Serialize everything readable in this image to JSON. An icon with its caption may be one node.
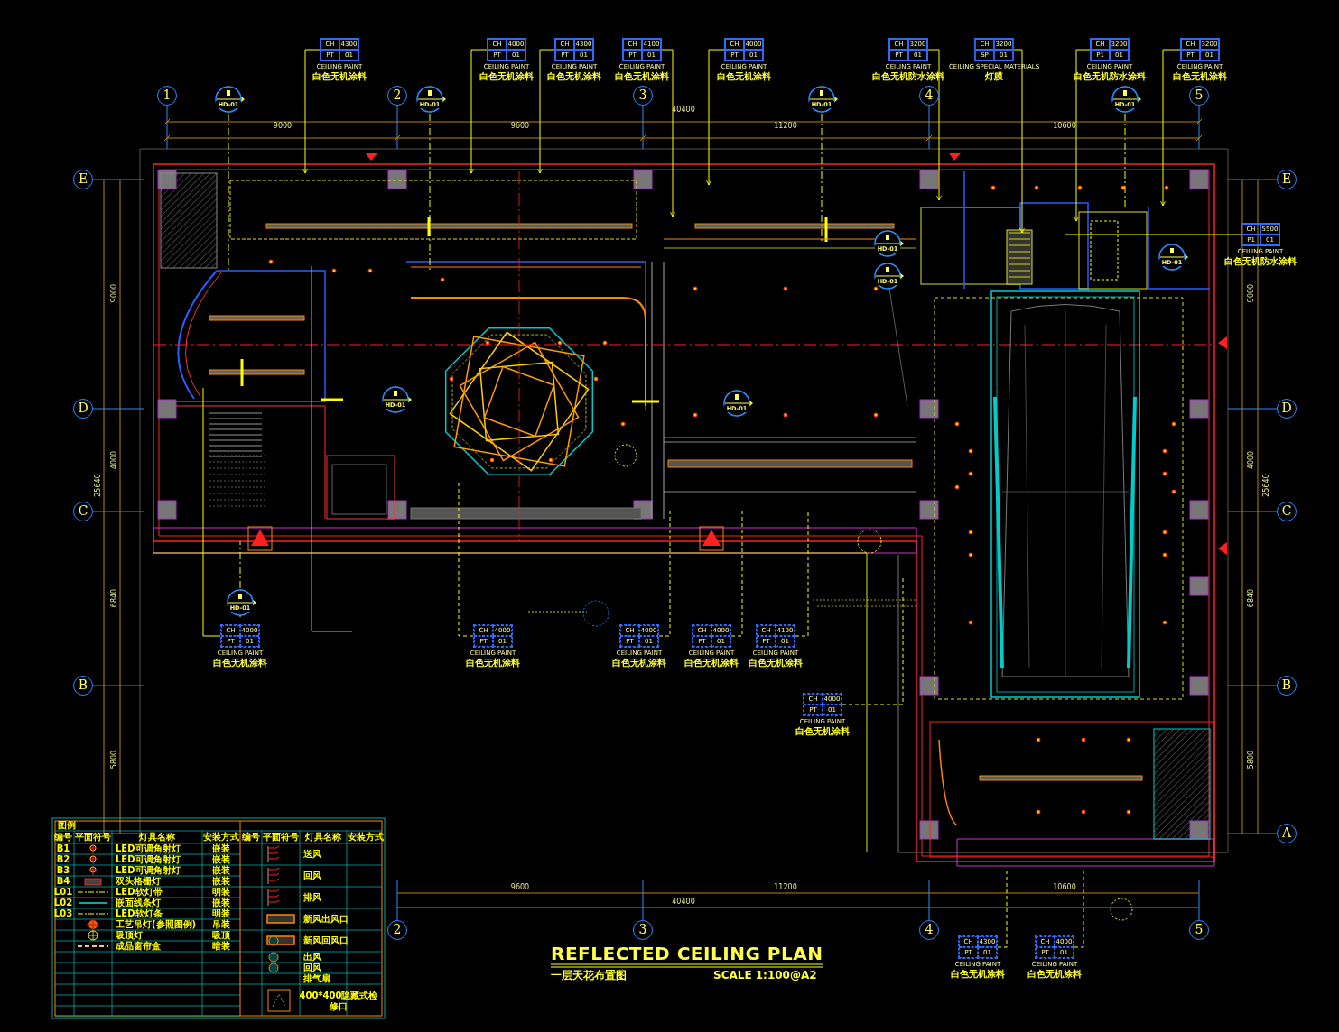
{
  "diagram": {
    "title": "REFLECTED CEILING PLAN",
    "nodes": [
      {
        "text": [
          "CH",
          "4300",
          "PT",
          "01",
          "CEILING PAINT",
          "白色无机涂料"
        ]
      },
      {
        "text": [
          "CH",
          "4000",
          "PT",
          "01",
          "CEILING PAINT",
          "白色无机涂料"
        ]
      },
      {
        "text": [
          "CH",
          "4300",
          "PT",
          "01",
          "CEILING PAINT",
          "白色无机涂料"
        ]
      },
      {
        "text": [
          "CH",
          "4100",
          "PT",
          "01",
          "CEILING PAINT",
          "白色无机涂料"
        ]
      },
      {
        "text": [
          "CH",
          "4000",
          "PT",
          "01",
          "CEILING PAINT",
          "白色无机涂料"
        ]
      },
      {
        "text": [
          "CH",
          "3200",
          "PT",
          "01",
          "CEILING PAINT",
          "白色无机防水涂料"
        ]
      },
      {
        "text": [
          "CH",
          "3200",
          "SP",
          "01",
          "CEILING SPECIAL MATERIALS",
          "灯膜"
        ]
      },
      {
        "text": [
          "CH",
          "3200",
          "P1",
          "01",
          "CEILING PAINT",
          "白色无机防水涂料"
        ]
      },
      {
        "text": [
          "CH",
          "3200",
          "PT",
          "01",
          "CEILING PAINT",
          "白色无机涂料"
        ]
      },
      {
        "text": [
          "CH",
          "5500",
          "P1",
          "01",
          "CEILING PAINT",
          "白色无机防水涂料"
        ]
      },
      {
        "text": [
          "CH",
          "4000",
          "PT",
          "01",
          "CEILING PAINT",
          "白色无机涂料"
        ]
      },
      {
        "text": [
          "CH",
          "4000",
          "PT",
          "01",
          "CEILING PAINT",
          "白色无机涂料"
        ]
      },
      {
        "text": [
          "CH",
          "4000",
          "PT",
          "01",
          "CEILING PAINT",
          "白色无机涂料"
        ]
      },
      {
        "text": [
          "CH",
          "4000",
          "PT",
          "01",
          "CEILING PAINT",
          "白色无机涂料"
        ]
      },
      {
        "text": [
          "CH",
          "4100",
          "PT",
          "01",
          "CEILING PAINT",
          "白色无机涂料"
        ]
      },
      {
        "text": [
          "CH",
          "4000",
          "PT",
          "01",
          "CEILING PAINT",
          "白色无机涂料"
        ]
      },
      {
        "text": [
          "CH",
          "4300",
          "PT",
          "01",
          "CEILING PAINT",
          "白色无机涂料"
        ]
      },
      {
        "text": [
          "CH",
          "4000",
          "PT",
          "01",
          "CEILING PAINT",
          "白色无机涂料"
        ]
      },
      {
        "text": [
          "1"
        ]
      },
      {
        "text": [
          "2"
        ]
      },
      {
        "text": [
          "3"
        ]
      },
      {
        "text": [
          "4"
        ]
      },
      {
        "text": [
          "5"
        ]
      },
      {
        "text": [
          "2"
        ]
      },
      {
        "text": [
          "3"
        ]
      },
      {
        "text": [
          "4"
        ]
      },
      {
        "text": [
          "5"
        ]
      },
      {
        "text": [
          "E"
        ]
      },
      {
        "text": [
          "D"
        ]
      },
      {
        "text": [
          "C"
        ]
      },
      {
        "text": [
          "B"
        ]
      },
      {
        "text": [
          "E"
        ]
      },
      {
        "text": [
          "D"
        ]
      },
      {
        "text": [
          "C"
        ]
      },
      {
        "text": [
          "B"
        ]
      },
      {
        "text": [
          "A"
        ]
      },
      {
        "text": [
          "HD-01"
        ]
      },
      {
        "text": [
          "HD-01"
        ]
      },
      {
        "text": [
          "HD-01"
        ]
      },
      {
        "text": [
          "HD-01"
        ]
      },
      {
        "text": [
          "HD-01"
        ]
      },
      {
        "text": [
          "HD-01"
        ]
      },
      {
        "text": [
          "HD-01"
        ]
      },
      {
        "text": [
          "HD-01"
        ]
      },
      {
        "text": [
          "HD-01"
        ]
      },
      {
        "text": [
          "HD-01"
        ]
      }
    ],
    "edges": [
      {
        "from": 0,
        "to": null,
        "arrow": "to"
      },
      {
        "from": 1,
        "to": null,
        "arrow": "to"
      },
      {
        "from": 2,
        "to": null,
        "arrow": "to"
      },
      {
        "from": 3,
        "to": null,
        "arrow": "to"
      },
      {
        "from": 4,
        "to": null,
        "arrow": "to"
      },
      {
        "from": 5,
        "to": null,
        "arrow": "to"
      },
      {
        "from": 6,
        "to": null,
        "arrow": "to"
      },
      {
        "from": 7,
        "to": null,
        "arrow": "to"
      },
      {
        "from": 8,
        "to": null,
        "arrow": "to"
      },
      {
        "from": 9,
        "to": null,
        "arrow": "none"
      },
      {
        "from": 10,
        "to": null,
        "arrow": "none"
      },
      {
        "from": 11,
        "to": null,
        "arrow": "none",
        "style": "dashed"
      },
      {
        "from": 12,
        "to": null,
        "arrow": "none",
        "style": "dashed"
      },
      {
        "from": 13,
        "to": null,
        "arrow": "none",
        "style": "dashed"
      },
      {
        "from": 14,
        "to": null,
        "arrow": "none",
        "style": "dashed"
      },
      {
        "from": 15,
        "to": null,
        "arrow": "none",
        "style": "dashed"
      },
      {
        "from": 16,
        "to": null,
        "arrow": "none",
        "style": "dashed"
      },
      {
        "from": 17,
        "to": null,
        "arrow": "none",
        "style": "dashed"
      }
    ],
    "labels": [
      "9000",
      "9600",
      "40400",
      "11200",
      "10600",
      "9000",
      "4000",
      "25640",
      "6840",
      "5800",
      "9000",
      "4000",
      "25640",
      "6840",
      "5800",
      "9600",
      "11200",
      "40400",
      "10600",
      "一层天花布置图",
      "SCALE 1:100@A2",
      "图例",
      "编号",
      "平面符号",
      "灯具名称",
      "安装方式",
      "编号",
      "平面符号",
      "灯具名称",
      "安装方式",
      "B1",
      "LED可调角射灯",
      "嵌装",
      "B2",
      "LED可调角射灯",
      "嵌装",
      "B3",
      "LED可调角射灯",
      "嵌装",
      "B4",
      "双头格栅灯",
      "嵌装",
      "L01",
      "LED软灯带",
      "明装",
      "L02",
      "嵌面线条灯",
      "嵌装",
      "L03",
      "LED软灯条",
      "明装",
      "工艺吊灯(参照图例)",
      "吊装",
      "吸顶灯",
      "吸顶",
      "成品窗帘盒",
      "暗装",
      "送风",
      "回风",
      "排风",
      "新风出风口",
      "新风回风口",
      "出风",
      "回风",
      "排气扇",
      "400*400隐藏式检修口"
    ]
  }
}
